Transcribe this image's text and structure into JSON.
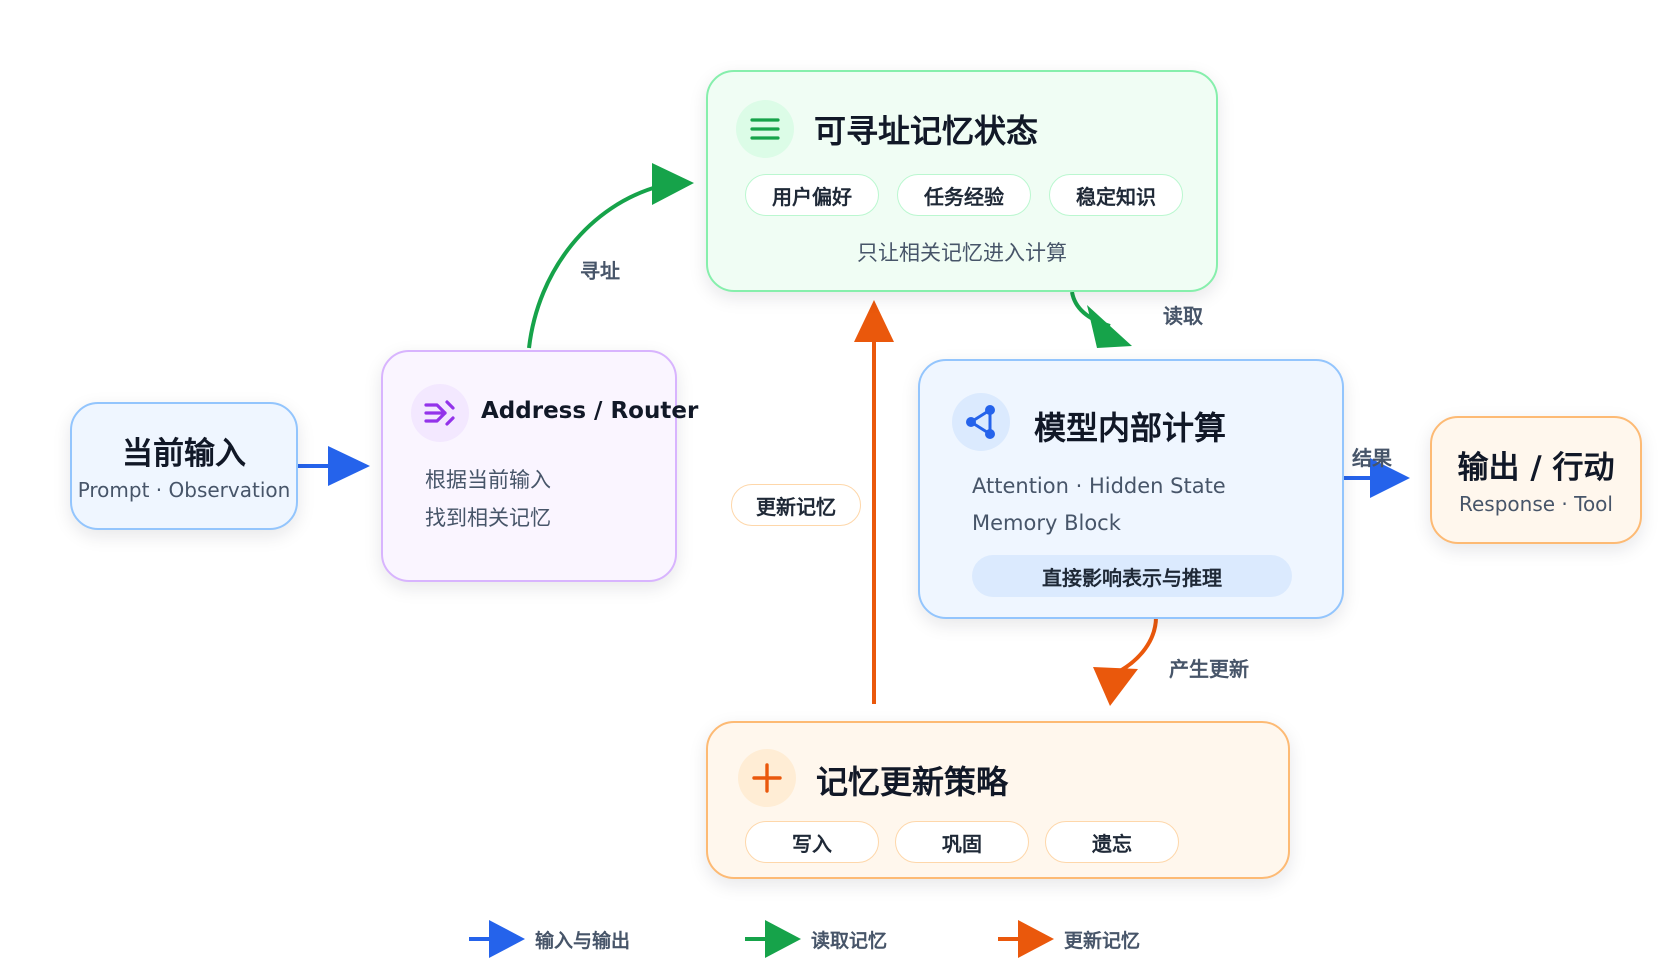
{
  "nodes": {
    "input": {
      "title": "当前输入",
      "subtitle": "Prompt · Observation"
    },
    "router": {
      "title": "Address / Router",
      "line1": "根据当前输入",
      "line2": "找到相关记忆"
    },
    "memory": {
      "title": "可寻址记忆状态",
      "chips": [
        "用户偏好",
        "任务经验",
        "稳定知识"
      ],
      "note": "只让相关记忆进入计算"
    },
    "compute": {
      "title": "模型内部计算",
      "line1": "Attention · Hidden State",
      "line2": "Memory Block",
      "pill": "直接影响表示与推理"
    },
    "output": {
      "title": "输出 / 行动",
      "subtitle": "Response · Tool"
    },
    "update": {
      "title": "记忆更新策略",
      "chips": [
        "写入",
        "巩固",
        "遗忘"
      ]
    }
  },
  "edge_labels": {
    "address": "寻址",
    "read": "读取",
    "result": "结果",
    "produce_update": "产生更新",
    "update_memory": "更新记忆"
  },
  "legend": [
    {
      "label": "输入与输出",
      "color": "#2563eb"
    },
    {
      "label": "读取记忆",
      "color": "#16a34a"
    },
    {
      "label": "更新记忆",
      "color": "#ea580c"
    }
  ],
  "colors": {
    "blue": "#2563eb",
    "green": "#16a34a",
    "orange": "#ea580c",
    "purple": "#9333ea"
  }
}
